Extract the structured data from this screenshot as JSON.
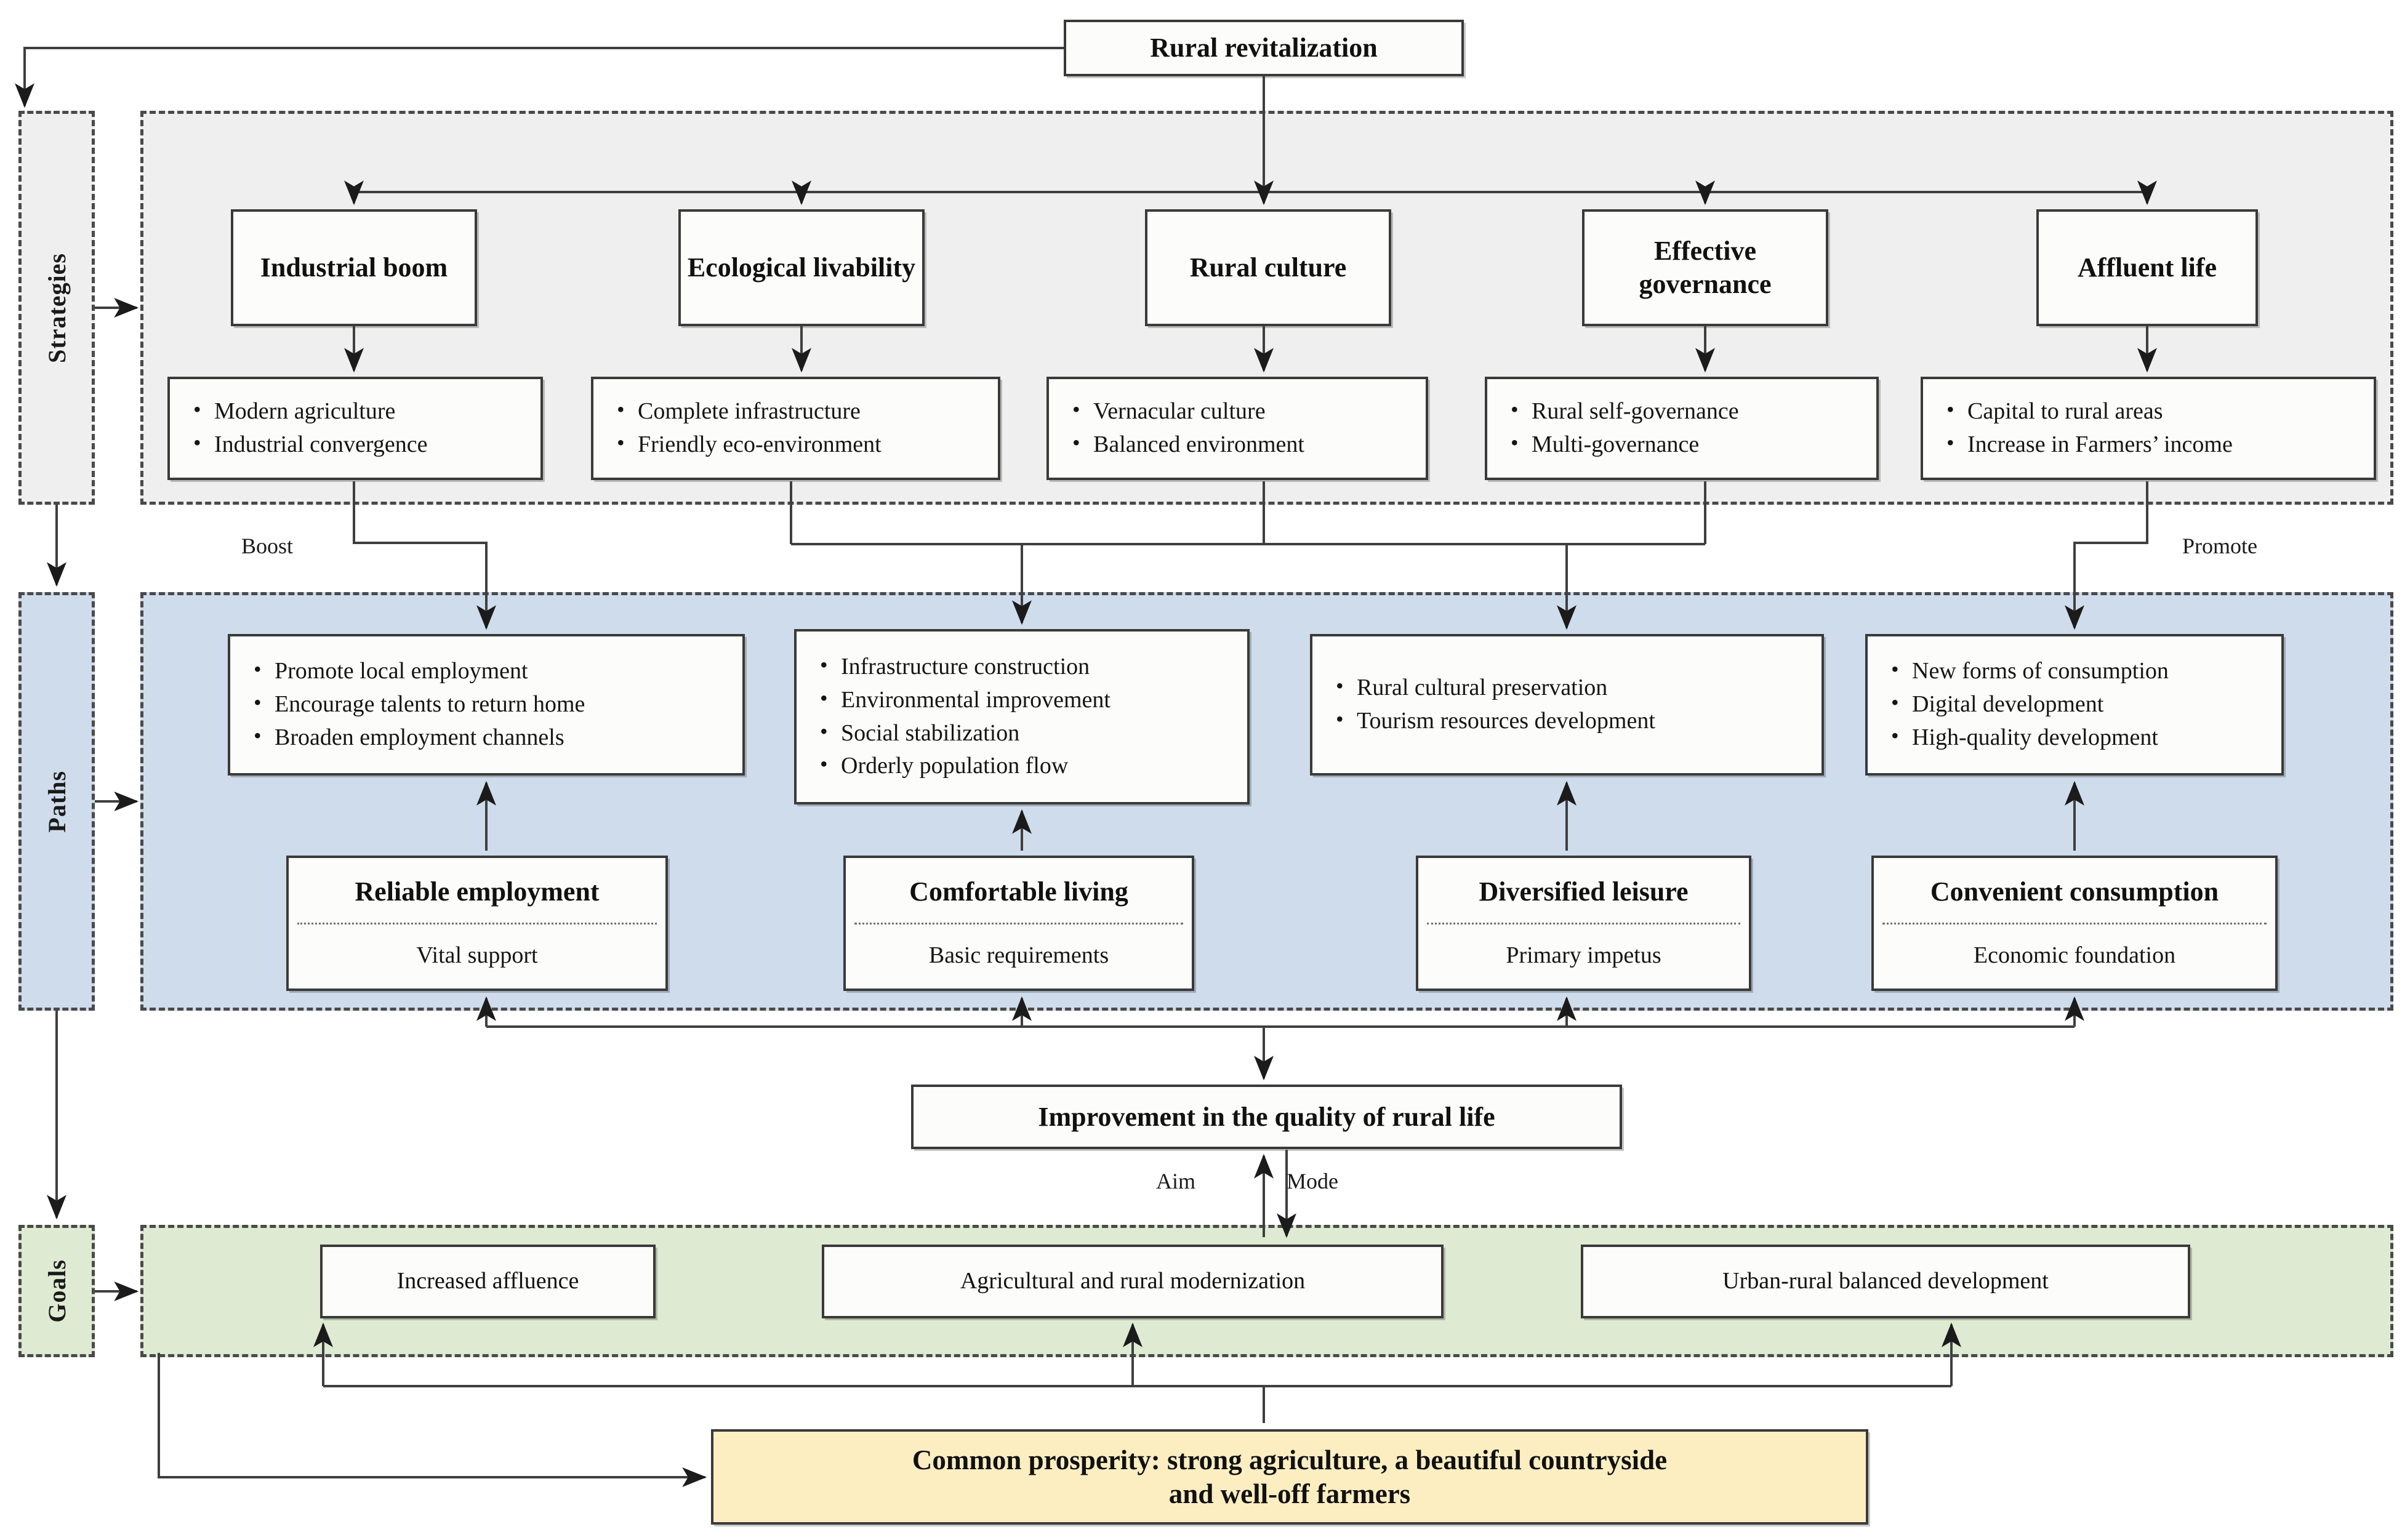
{
  "diagram": {
    "root": {
      "label": "Rural revitalization"
    },
    "bands": [
      {
        "key": "strategies",
        "label": "Strategies",
        "color": "#efefef"
      },
      {
        "key": "paths",
        "label": "Paths",
        "color": "#cfdcec"
      },
      {
        "key": "goals",
        "label": "Goals",
        "color": "#dfead2"
      }
    ],
    "strategies": [
      {
        "title": "Industrial boom",
        "items": [
          "Modern agriculture",
          "Industrial convergence"
        ]
      },
      {
        "title": "Ecological livability",
        "items": [
          "Complete infrastructure",
          "Friendly eco-environment"
        ]
      },
      {
        "title": "Rural culture",
        "items": [
          "Vernacular culture",
          "Balanced environment"
        ]
      },
      {
        "title": "Effective governance",
        "items": [
          "Rural self-governance",
          "Multi-governance"
        ]
      },
      {
        "title": "Affluent life",
        "items": [
          "Capital to rural areas",
          "Increase in Farmers’ income"
        ]
      }
    ],
    "paths": [
      {
        "items": [
          "Promote local employment",
          "Encourage talents to return home",
          "Broaden employment channels"
        ],
        "card_title": "Reliable employment",
        "card_sub": "Vital support"
      },
      {
        "items": [
          "Infrastructure construction",
          "Environmental improvement",
          "Social stabilization",
          "Orderly population flow"
        ],
        "card_title": "Comfortable living",
        "card_sub": "Basic requirements"
      },
      {
        "items": [
          "Rural cultural preservation",
          "Tourism resources development"
        ],
        "card_title": "Diversified leisure",
        "card_sub": "Primary impetus"
      },
      {
        "items": [
          "New forms of consumption",
          "Digital development",
          "High-quality development"
        ],
        "card_title": "Convenient consumption",
        "card_sub": "Economic foundation"
      }
    ],
    "middle": {
      "label": "Improvement in the quality of rural life"
    },
    "goals": [
      {
        "label": "Increased affluence"
      },
      {
        "label": "Agricultural and rural modernization"
      },
      {
        "label": "Urban-rural balanced development"
      }
    ],
    "prosperity": {
      "line1": "Common prosperity: strong agriculture, a beautiful countryside",
      "line2": "and well-off farmers"
    },
    "edge_labels": {
      "boost": "Boost",
      "promote": "Promote",
      "aim": "Aim",
      "mode": "Mode"
    }
  }
}
